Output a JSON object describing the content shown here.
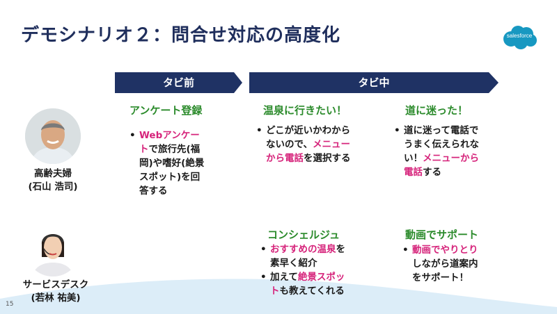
{
  "slide": {
    "title": "デモシナリオ２：問合せ対応の高度化",
    "logo_text": "salesforce",
    "page_number": "15",
    "banners": {
      "before": "タビ前",
      "during": "タビ中"
    },
    "persons": [
      {
        "name": "高齢夫婦",
        "sub": "(石山 浩司)"
      },
      {
        "name": "サービスデスク",
        "sub": "(若林 祐美)"
      }
    ],
    "cells": {
      "c1": {
        "heading": "アンケート登録",
        "lines": [
          [
            {
              "t": "Web",
              "h": true
            },
            {
              "t": "アンケー",
              "h": true
            }
          ],
          [
            {
              "t": "ト",
              "h": true
            },
            {
              "t": "で旅行先(福",
              "h": false
            }
          ],
          [
            {
              "t": "岡)や嗜好(絶景",
              "h": false
            }
          ],
          [
            {
              "t": "スポット)を回",
              "h": false
            }
          ],
          [
            {
              "t": "答する",
              "h": false
            }
          ]
        ]
      },
      "c2": {
        "heading": "温泉に行きたい！",
        "lines": [
          [
            {
              "t": "どこが近いかわから",
              "h": false
            }
          ],
          [
            {
              "t": "ないので、",
              "h": false
            },
            {
              "t": "メニュー",
              "h": true
            }
          ],
          [
            {
              "t": "から電話",
              "h": true
            },
            {
              "t": "を選択する",
              "h": false
            }
          ]
        ]
      },
      "c3": {
        "heading": "道に迷った！",
        "lines": [
          [
            {
              "t": "道に迷って電話で",
              "h": false
            }
          ],
          [
            {
              "t": "うまく伝えられな",
              "h": false
            }
          ],
          [
            {
              "t": "い！",
              "h": false
            },
            {
              "t": "メニューから",
              "h": true
            }
          ],
          [
            {
              "t": "電話",
              "h": true
            },
            {
              "t": "する",
              "h": false
            }
          ]
        ]
      },
      "c4": {
        "heading": "コンシェルジュ",
        "bullets": [
          [
            [
              {
                "t": "おすすめの温泉",
                "h": true
              },
              {
                "t": "を",
                "h": false
              }
            ],
            [
              {
                "t": "素早く紹介",
                "h": false
              }
            ]
          ],
          [
            [
              {
                "t": "加えて",
                "h": false
              },
              {
                "t": "絶景スポッ",
                "h": true
              }
            ],
            [
              {
                "t": "ト",
                "h": true
              },
              {
                "t": "も教えてくれる",
                "h": false
              }
            ]
          ]
        ]
      },
      "c5": {
        "heading": "動画でサポート",
        "lines": [
          [
            {
              "t": "動画でやりとり",
              "h": true
            }
          ],
          [
            {
              "t": "しながら道案内",
              "h": false
            }
          ],
          [
            {
              "t": "をサポート！",
              "h": false
            }
          ]
        ]
      }
    },
    "colors": {
      "title": "#1f2e5c",
      "banner": "#1f3264",
      "heading": "#2a8a2a",
      "highlight": "#d6247b",
      "logo": "#1798c1"
    }
  }
}
